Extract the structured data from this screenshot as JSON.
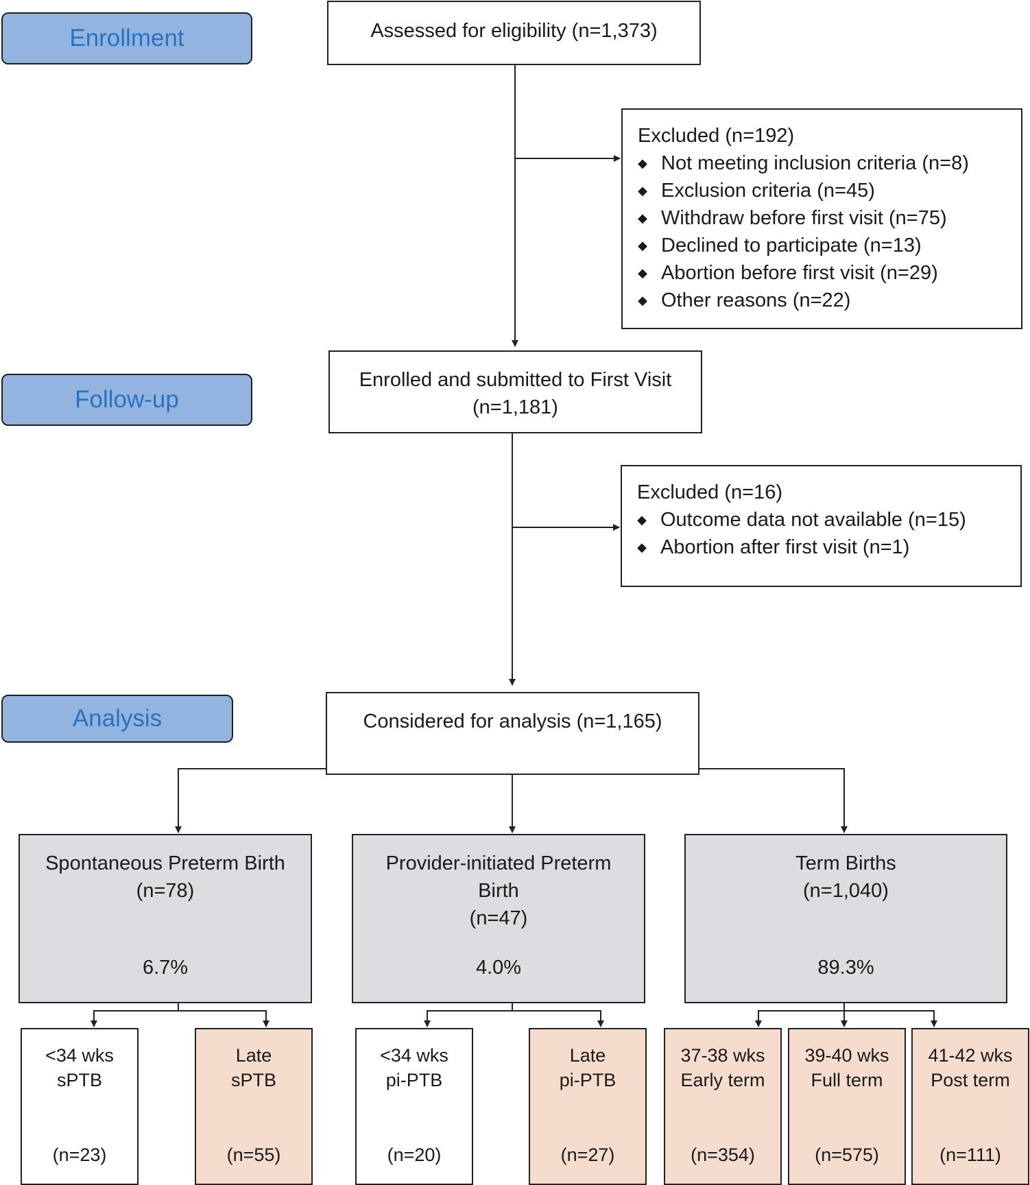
{
  "stages": {
    "enrollment": "Enrollment",
    "follow_up": "Follow-up",
    "analysis": "Analysis"
  },
  "assessed": "Assessed for eligibility (n=1,373)",
  "excluded1": {
    "title": "Excluded (n=192)",
    "items": [
      "Not meeting inclusion criteria (n=8)",
      "Exclusion criteria (n=45)",
      "Withdraw before first visit (n=75)",
      "Declined to participate (n=13)",
      "Abortion before first visit (n=29)",
      "Other reasons (n=22)"
    ]
  },
  "enrolled": {
    "line1": "Enrolled and submitted to First Visit",
    "line2": "(n=1,181)"
  },
  "excluded2": {
    "title": "Excluded (n=16)",
    "items": [
      "Outcome data not available (n=15)",
      "Abortion after first visit (n=1)"
    ]
  },
  "considered": "Considered for analysis (n=1,165)",
  "groups": [
    {
      "line1": "Spontaneous Preterm Birth",
      "line2": "(n=78)",
      "line3": "",
      "pct": "6.7%"
    },
    {
      "line1": "Provider-initiated Preterm",
      "line2": "Birth",
      "line3": "(n=47)",
      "pct": "4.0%"
    },
    {
      "line1": "Term Births",
      "line2": "(n=1,040)",
      "line3": "",
      "pct": "89.3%"
    }
  ],
  "leaves": [
    {
      "line1": "<34 wks",
      "line2": "sPTB",
      "count": "(n=23)"
    },
    {
      "line1": "Late",
      "line2": "sPTB",
      "count": "(n=55)"
    },
    {
      "line1": "<34 wks",
      "line2": "pi-PTB",
      "count": "(n=20)"
    },
    {
      "line1": "Late",
      "line2": "pi-PTB",
      "count": "(n=27)"
    },
    {
      "line1": "37-38 wks",
      "line2": "Early term",
      "count": "(n=354)"
    },
    {
      "line1": "39-40 wks",
      "line2": "Full term",
      "count": "(n=575)"
    },
    {
      "line1": "41-42 wks",
      "line2": "Post term",
      "count": "(n=111)"
    }
  ],
  "colors": {
    "stage_fill": "#94b4e0",
    "stage_text": "#2573c2",
    "group_fill": "#dcdde0",
    "late_fill": "#f5dccd"
  }
}
